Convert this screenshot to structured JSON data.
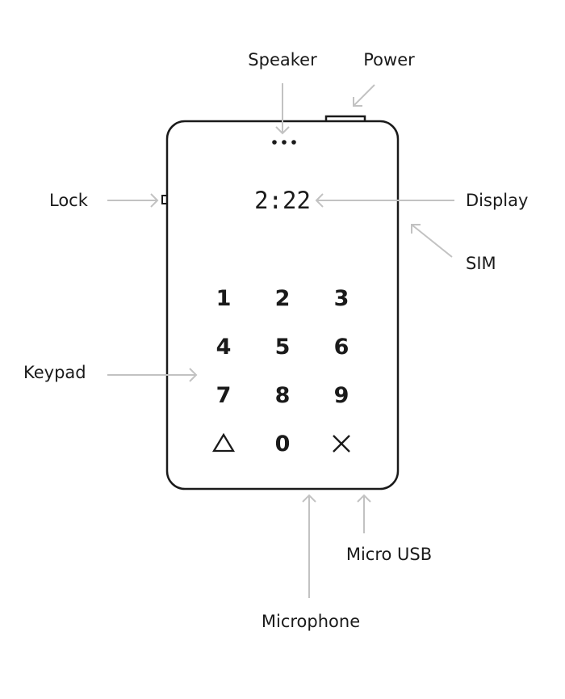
{
  "labels": {
    "speaker": "Speaker",
    "power": "Power",
    "lock": "Lock",
    "display": "Display",
    "sim": "SIM",
    "keypad": "Keypad",
    "micro_usb": "Micro USB",
    "microphone": "Microphone"
  },
  "screen": {
    "time": "2:22"
  },
  "keypad": {
    "row1": [
      "1",
      "2",
      "3"
    ],
    "row2": [
      "4",
      "5",
      "6"
    ],
    "row3": [
      "7",
      "8",
      "9"
    ],
    "row4": {
      "left_icon": "triangle-icon",
      "center": "0",
      "right_icon": "close-icon"
    }
  },
  "colors": {
    "ink": "#1a1a1a",
    "arrow": "#c2c2c2",
    "background": "#ffffff"
  }
}
